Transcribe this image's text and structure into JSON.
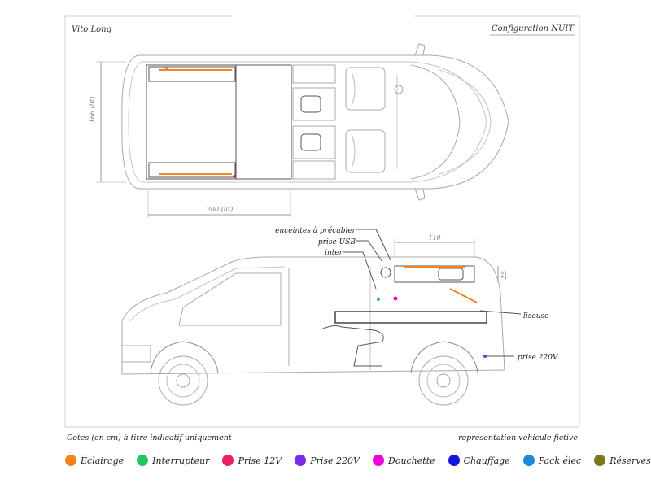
{
  "header": {
    "model": "Vito Long",
    "config": "Configuration  NUIT"
  },
  "dimensions": {
    "width_top": "166 (lit)",
    "length_top": "200 (lit)",
    "side_length": "110",
    "side_height": "25"
  },
  "callouts": {
    "speakers": "enceintes à précabler",
    "usb": "prise USB",
    "switch": "inter",
    "reading_light": "liseuse",
    "plug_220": "prise 220V"
  },
  "footer": {
    "note_left": "Cotes (en cm) à titre indicatif uniquement",
    "note_right": "représentation véhicule fictive"
  },
  "legend": [
    {
      "label": "Éclairage",
      "color": "#f7821d",
      "icon": "lighting-dot"
    },
    {
      "label": "Interrupteur",
      "color": "#22c55e",
      "icon": "switch-dot"
    },
    {
      "label": "Prise 12V",
      "color": "#e91e63",
      "icon": "plug-12v-dot"
    },
    {
      "label": "Prise 220V",
      "color": "#7c2ae8",
      "icon": "plug-220v-dot"
    },
    {
      "label": "Douchette",
      "color": "#f000d8",
      "icon": "shower-dot"
    },
    {
      "label": "Chauffage",
      "color": "#1414e0",
      "icon": "heating-dot"
    },
    {
      "label": "Pack élec",
      "color": "#1c8ad4",
      "icon": "power-pack-dot"
    },
    {
      "label": "Réserves d'eau",
      "color": "#7a7a1a",
      "icon": "water-tank-dot"
    }
  ]
}
